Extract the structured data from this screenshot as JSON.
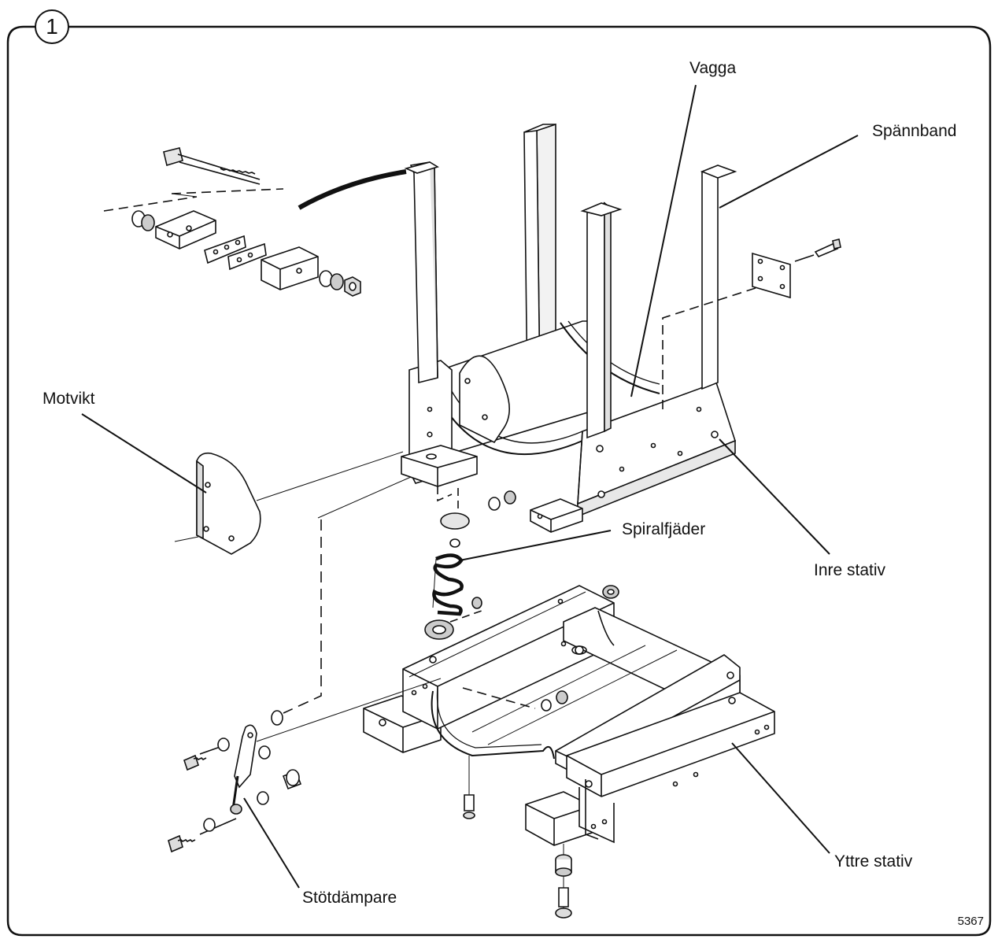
{
  "figure": {
    "number": "1",
    "drawing_id": "5367"
  },
  "labels": {
    "vagga": "Vagga",
    "spannband": "Spännband",
    "motvikt": "Motvikt",
    "spiralfjader": "Spiralfjäder",
    "inre_stativ": "Inre stativ",
    "yttre_stativ": "Yttre stativ",
    "stotdampare": "Stötdämpare"
  },
  "colors": {
    "line": "#111111",
    "part_fill": "#ffffff",
    "part_shade": "#dcdcdc"
  }
}
